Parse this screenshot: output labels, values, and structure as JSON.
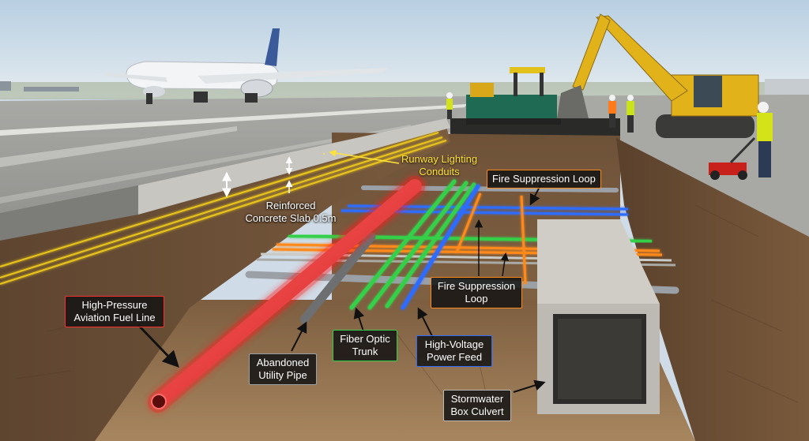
{
  "labels": {
    "runway_lighting": "Runway Lighting\nConduits",
    "fire_top": "Fire Suppression Loop",
    "concrete": "Reinforced\nConcrete Slab 0.5m",
    "fuel": "High-Pressure\nAviation Fuel Line",
    "fire_mid": "Fire Suppression\nLoop",
    "fiber": "Fiber Optic\nTrunk",
    "hv": "High-Voltage\nPower Feed",
    "abandoned": "Abandoned\nUtility Pipe",
    "stormwater": "Stormwater\nBox Culvert"
  },
  "colors": {
    "fuel": "#ff2a2a",
    "fiber": "#35d04a",
    "hv": "#2e6cff",
    "fire": "#ff8a1a",
    "lighting": "#e6c21a",
    "pipe_gray": "#9aa0a6",
    "culvert": "#bdbab3",
    "soil": "#8a6a4a",
    "sky": "#cfdbe6",
    "runway": "#9b9b98"
  },
  "icons": [
    "airplane-icon",
    "excavator-icon",
    "paver-icon",
    "worker-icon",
    "gpr-cart-icon"
  ]
}
